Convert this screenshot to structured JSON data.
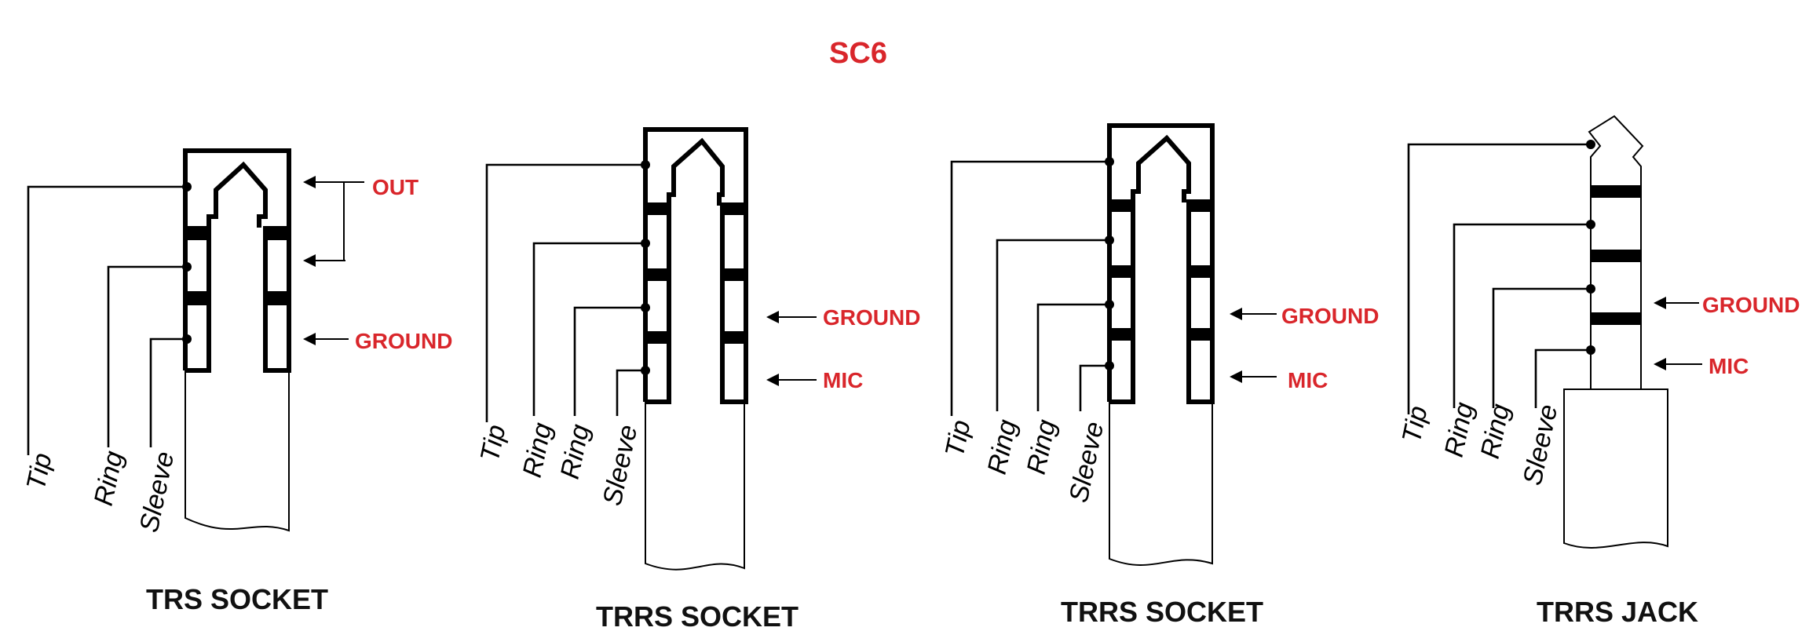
{
  "title": "SC6",
  "diagrams": [
    {
      "caption": "TRS SOCKET",
      "wires": [
        "Tip",
        "Ring",
        "Sleeve"
      ],
      "annotations": [
        "OUT",
        "GROUND"
      ]
    },
    {
      "caption": "TRRS SOCKET",
      "wires": [
        "Tip",
        "Ring",
        "Ring",
        "Sleeve"
      ],
      "annotations": [
        "GROUND",
        "MIC"
      ]
    },
    {
      "caption": "TRRS SOCKET",
      "wires": [
        "Tip",
        "Ring",
        "Ring",
        "Sleeve"
      ],
      "annotations": [
        "GROUND",
        "MIC"
      ]
    },
    {
      "caption": "TRRS JACK",
      "wires": [
        "Tip",
        "Ring",
        "Ring",
        "Sleeve"
      ],
      "annotations": [
        "GROUND",
        "MIC"
      ]
    }
  ]
}
